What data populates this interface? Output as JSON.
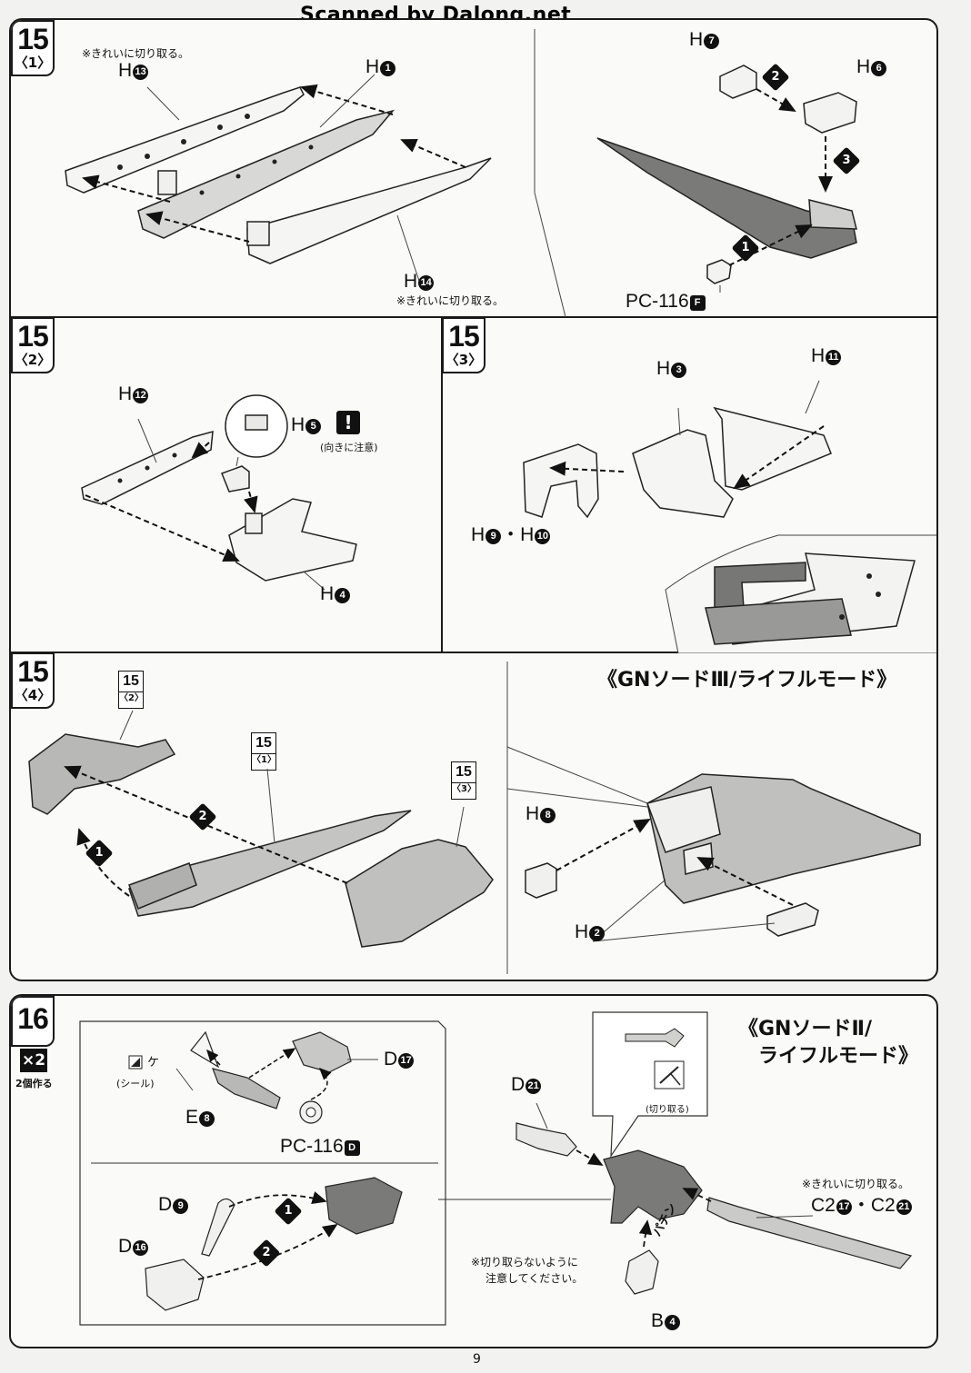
{
  "header": {
    "scan_credit": "Scanned by Dalong.net"
  },
  "step15_1": {
    "step": "15",
    "sub": "〈1〉",
    "parts": {
      "h13": "H",
      "h13n": "13",
      "h1": "H",
      "h1n": "1",
      "h14": "H",
      "h14n": "14",
      "h7": "H",
      "h7n": "7",
      "h6": "H",
      "h6n": "6",
      "pc": "PC-116",
      "pcn": "F"
    },
    "note_top": "※きれいに切り取る。",
    "note_bottom": "※きれいに切り取る。",
    "order": [
      "1",
      "2",
      "3"
    ]
  },
  "step15_2": {
    "step": "15",
    "sub": "〈2〉",
    "parts": {
      "h12": "H",
      "h12n": "12",
      "h5": "H",
      "h5n": "5",
      "h4": "H",
      "h4n": "4"
    },
    "warn_mark": "!",
    "warn_text": "(向きに注意)"
  },
  "step15_3": {
    "step": "15",
    "sub": "〈3〉",
    "parts": {
      "h3": "H",
      "h3n": "3",
      "h11": "H",
      "h11n": "11",
      "h9": "H",
      "h9n": "9",
      "h10": "H",
      "h10n": "10",
      "dot": "・"
    }
  },
  "step15_4": {
    "step": "15",
    "sub": "〈4〉",
    "refs": [
      {
        "n": "15",
        "s": "〈2〉"
      },
      {
        "n": "15",
        "s": "〈1〉"
      },
      {
        "n": "15",
        "s": "〈3〉"
      }
    ],
    "mode": "《GNソードⅢ/ライフルモード》",
    "parts": {
      "h8": "H",
      "h8n": "8",
      "h2": "H",
      "h2n": "2"
    },
    "order": [
      "1",
      "2"
    ]
  },
  "step16": {
    "step": "16",
    "count": "×2",
    "count_note": "2個作る",
    "mode_line1": "《GNソードⅡ/",
    "mode_line2": "ライフルモード》",
    "sticker_code": "ケ",
    "sticker_label": "(シール)",
    "parts": {
      "d17": "D",
      "d17n": "17",
      "e8": "E",
      "e8n": "8",
      "pc": "PC-116",
      "pcn": "D",
      "d9": "D",
      "d9n": "9",
      "d16": "D",
      "d16n": "16",
      "d21": "D",
      "d21n": "21",
      "c2": "C2",
      "c2n1": "17",
      "c2n2": "21",
      "b4": "B",
      "b4n": "4",
      "dot": "・"
    },
    "cut_label": "(切り取る)",
    "note_cut": "※きれいに切り取る。",
    "note_nocut1": "※切り取らないように",
    "note_nocut2": "注意してください。",
    "click": "パチン",
    "order": [
      "1",
      "2"
    ]
  },
  "footer": {
    "page": "9"
  }
}
